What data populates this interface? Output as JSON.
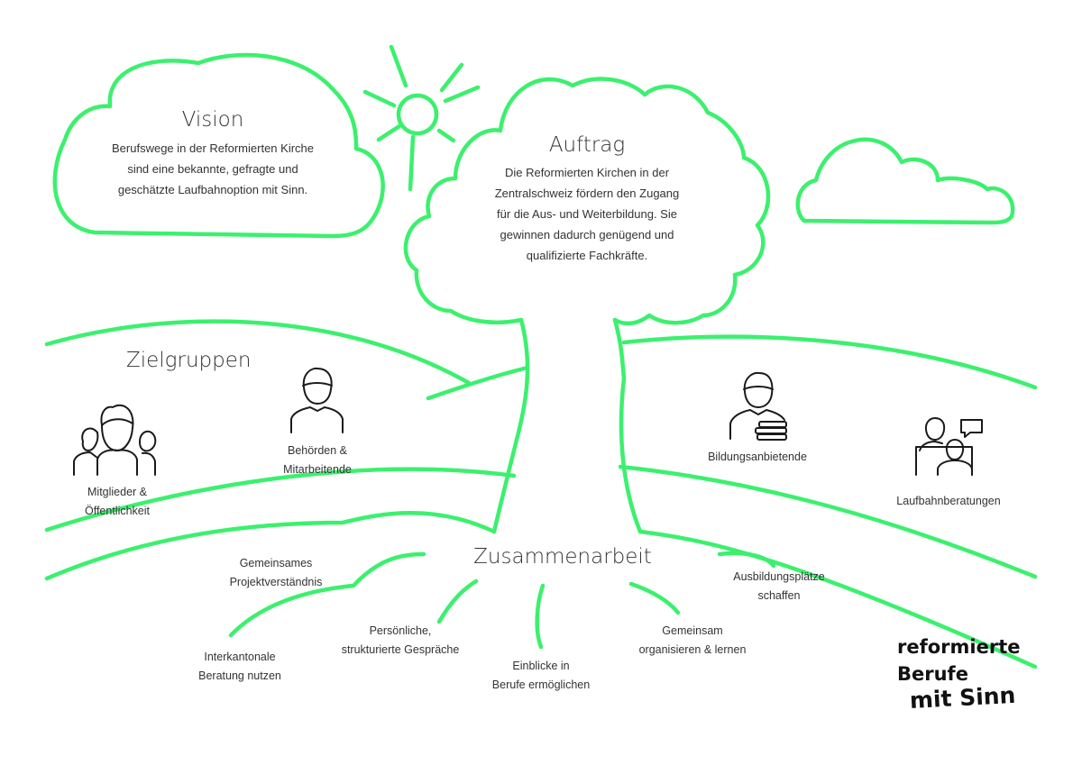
{
  "colors": {
    "stroke": "#3cf06e",
    "text": "#333333",
    "icon": "#1a1a1a",
    "logo": "#111111"
  },
  "vision": {
    "title": "Vision",
    "lines": [
      "Berufswege in der Reformierten Kirche",
      "sind eine bekannte, gefragte und",
      "geschätzte Laufbahnoption mit Sinn."
    ]
  },
  "auftrag": {
    "title": "Auftrag",
    "lines": [
      "Die Reformierten Kirchen in der",
      "Zentralschweiz fördern den Zugang",
      "für die Aus- und Weiterbildung. Sie",
      "gewinnen dadurch genügend und",
      "qualifizierte Fachkräfte."
    ]
  },
  "zielgruppen": {
    "title": "Zielgruppen",
    "groups": [
      {
        "icon": "family-icon",
        "lines": [
          "Mitglieder &",
          "Öffentlichkeit"
        ]
      },
      {
        "icon": "person-icon",
        "lines": [
          "Behörden &",
          "Mitarbeitende"
        ]
      },
      {
        "icon": "teacher-books-icon",
        "lines": [
          "Bildungsanbietende"
        ]
      },
      {
        "icon": "counseling-icon",
        "lines": [
          "Laufbahnberatungen"
        ]
      }
    ]
  },
  "zusammenarbeit": {
    "title": "Zusammenarbeit",
    "items": [
      [
        "Gemeinsames",
        "Projektverständnis"
      ],
      [
        "Interkantonale",
        "Beratung nutzen"
      ],
      [
        "Persönliche,",
        "strukturierte Gespräche"
      ],
      [
        "Einblicke in",
        "Berufe ermöglichen"
      ],
      [
        "Gemeinsam",
        "organisieren & lernen"
      ],
      [
        "Ausbildungsplätze",
        "schaffen"
      ]
    ]
  },
  "logo": {
    "line1": "reformierte",
    "line2": "Berufe",
    "line3": "mit Sinn"
  }
}
